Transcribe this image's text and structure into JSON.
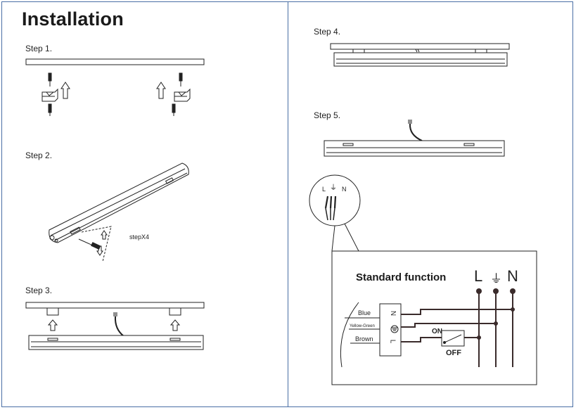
{
  "title": "Installation",
  "steps": {
    "s1": "Step 1.",
    "s2": "Step 2.",
    "s3": "Step 3.",
    "s4": "Step 4.",
    "s5": "Step 5."
  },
  "step2_note": "stepX4",
  "wiring": {
    "heading": "Standard function",
    "terminals": {
      "L": "L",
      "E": "⏚",
      "N": "N"
    },
    "wires": {
      "blue": "Blue",
      "yellow_green": "Yellow-Green",
      "brown": "Brown"
    },
    "block_labels": {
      "N": "N",
      "L": "L"
    },
    "switch_on": "ON",
    "switch_off": "OFF",
    "callout_letters": {
      "L": "L",
      "N": "N"
    }
  },
  "colors": {
    "frame": "#4a6fa5",
    "line": "#222222",
    "wire_dark": "#3a2b2b"
  }
}
